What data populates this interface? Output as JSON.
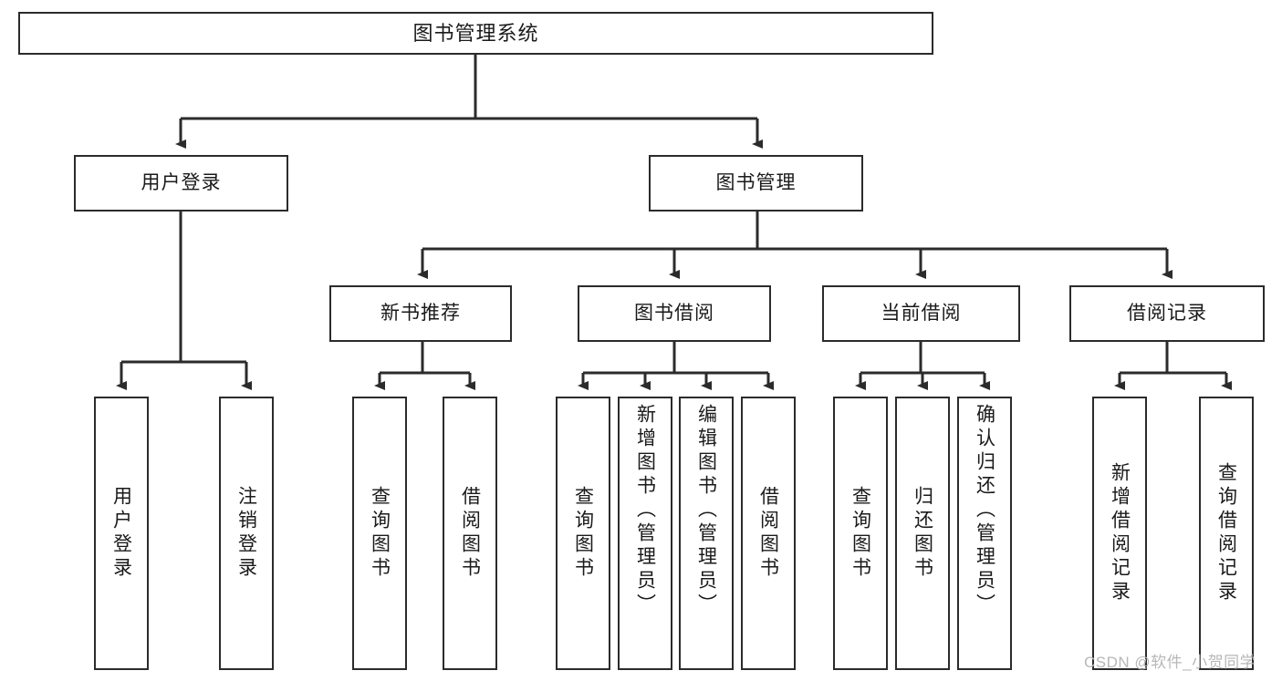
{
  "diagram": {
    "type": "tree",
    "title": "图书管理系统",
    "root": {
      "label": "图书管理系统"
    },
    "level1": [
      {
        "label": "用户登录"
      },
      {
        "label": "图书管理"
      }
    ],
    "level2": [
      {
        "label": "新书推荐"
      },
      {
        "label": "图书借阅"
      },
      {
        "label": "当前借阅"
      },
      {
        "label": "借阅记录"
      }
    ],
    "leaves": {
      "user_login": [
        {
          "label": "用户登录"
        },
        {
          "label": "注销登录"
        }
      ],
      "new_book_recommend": [
        {
          "label": "查询图书"
        },
        {
          "label": "借阅图书"
        }
      ],
      "book_borrow": [
        {
          "label": "查询图书"
        },
        {
          "label": "新增图书（管理员）"
        },
        {
          "label": "编辑图书（管理员）"
        },
        {
          "label": "借阅图书"
        }
      ],
      "current_borrow": [
        {
          "label": "查询图书"
        },
        {
          "label": "归还图书"
        },
        {
          "label": "确认归还（管理员）"
        }
      ],
      "borrow_record": [
        {
          "label": "新增借阅记录"
        },
        {
          "label": "查询借阅记录"
        }
      ]
    }
  },
  "watermark": {
    "text": "CSDN @软件_小贺同学"
  },
  "colors": {
    "stroke": "#2b2b2b",
    "fill": "#ffffff",
    "text": "#1a1a1a",
    "watermark": "#b7b7b7"
  }
}
